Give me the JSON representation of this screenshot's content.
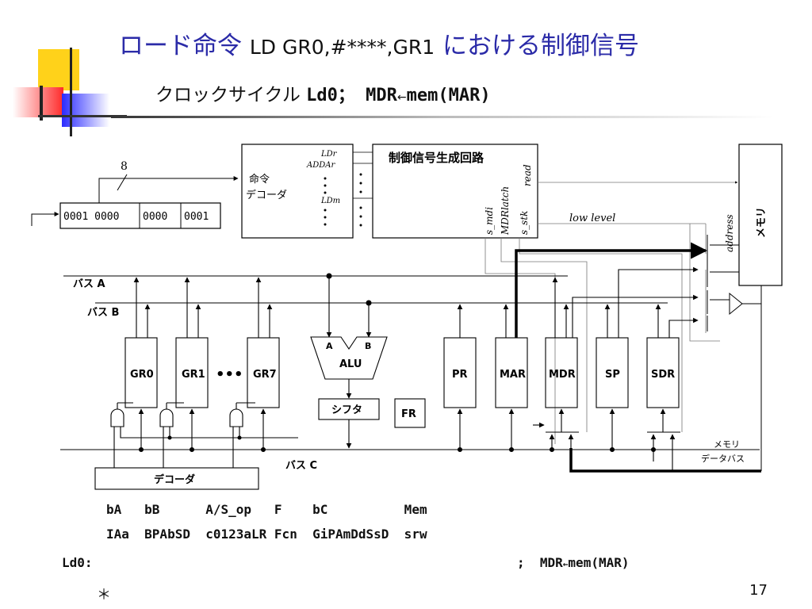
{
  "title": {
    "main_blue_1": "ロード命令 ",
    "main_black": "LD GR0,#****,GR1",
    "main_blue_2": " における制御信号"
  },
  "subtitle": {
    "prefix": "クロックサイクル ",
    "cycle": "Ld0；",
    "op_lhs": " MDR",
    "op_arrow": "←",
    "op_rhs": "mem(MAR)"
  },
  "diagram": {
    "instruction_bits": [
      "0001 0000",
      "0000",
      "0001"
    ],
    "field_width": "8",
    "decoder_label": [
      "命令",
      "デコーダ"
    ],
    "decoder_signals": [
      "LDr",
      "ADDAr",
      "LDm"
    ],
    "control_title": "制御信号生成回路",
    "control_signals": [
      "s_mdi",
      "MDRlatch",
      "s_stk",
      "read"
    ],
    "low_level": "low level",
    "address_label": "address",
    "memory_label": "メモリ",
    "bus_a": "バス A",
    "bus_b": "バス B",
    "bus_c": "バス C",
    "registers_left": [
      "GR0",
      "GR1",
      "GR7"
    ],
    "ellipsis": "•••",
    "alu_label": "ALU",
    "alu_inputs": [
      "A",
      "B"
    ],
    "shifter": "シフタ",
    "fr": "FR",
    "registers_right": [
      "PR",
      "MAR",
      "MDR",
      "SP",
      "SDR"
    ],
    "bottom_decoder": "デコーダ",
    "mem_data_bus": [
      "メモリ",
      "データバス"
    ]
  },
  "signal_table": {
    "header_1": "bA   bB      A/S_op   F    bC          Mem",
    "header_2": "IAa  BPAbSD  c0123aLR Fcn  GiPAmDdSsD  srw",
    "row_label": "Ld0:",
    "row_comment": ";  MDR",
    "row_arrow": "←",
    "row_comment_2": "mem(MAR)"
  },
  "footer": {
    "asterisk": "＊",
    "page_number": "17"
  }
}
